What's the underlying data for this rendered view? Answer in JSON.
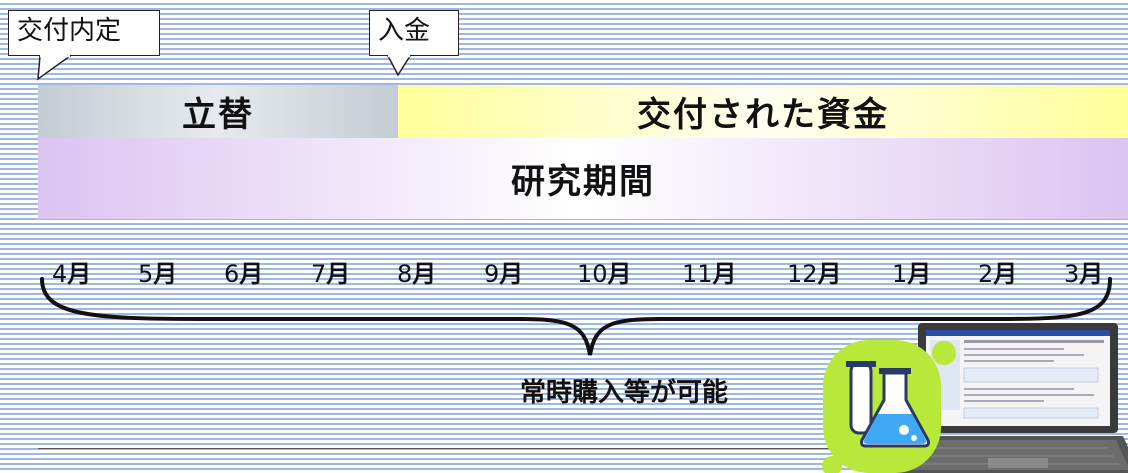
{
  "callouts": {
    "naitei": "交付内定",
    "nyukin": "入金"
  },
  "bars": {
    "tatekae": "立替",
    "funds": "交付された資金",
    "research": "研究期間"
  },
  "months": [
    {
      "num": "4",
      "unit": "月"
    },
    {
      "num": "5",
      "unit": "月"
    },
    {
      "num": "6",
      "unit": "月"
    },
    {
      "num": "7",
      "unit": "月"
    },
    {
      "num": "8",
      "unit": "月"
    },
    {
      "num": "9",
      "unit": "月"
    },
    {
      "num": "10",
      "unit": "月"
    },
    {
      "num": "11",
      "unit": "月"
    },
    {
      "num": "12",
      "unit": "月"
    },
    {
      "num": "1",
      "unit": "月"
    },
    {
      "num": "2",
      "unit": "月"
    },
    {
      "num": "3",
      "unit": "月"
    }
  ],
  "caption": "常時購入等が可能",
  "colors": {
    "stripe": "#9fb7e6",
    "tatekae_bar": "#c4ccd4",
    "funds_bar": "#ffff9a",
    "research_bar": "#dcc4f2",
    "flask_badge": "#b7e83a",
    "flask_fill": "#3fa9f5"
  },
  "icons": {
    "illustration": "laptop-with-flask-icon"
  }
}
